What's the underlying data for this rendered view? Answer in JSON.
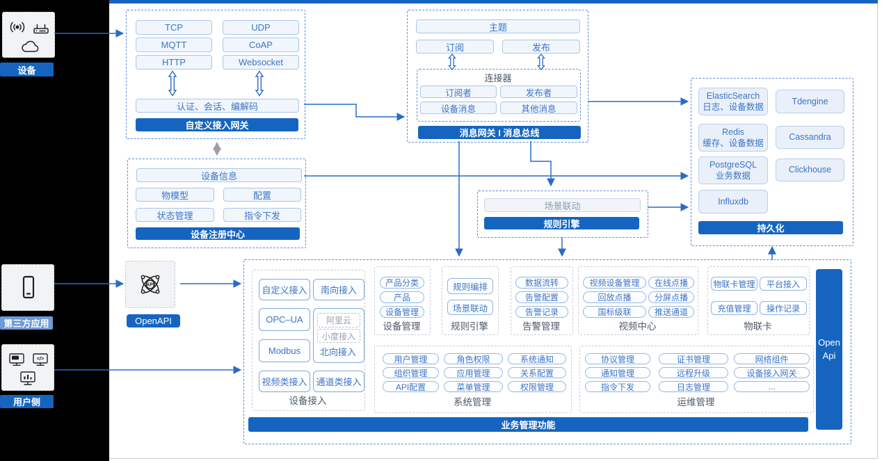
{
  "colors": {
    "primary": "#1565C0",
    "line": "#2A6BC5",
    "third_party_label_bg": "#6E9AD6"
  },
  "icons": {
    "device": [
      "broadcast-icon",
      "router-icon",
      "cloud-icon"
    ],
    "third_party": [
      "smartphone-icon"
    ],
    "user_side": [
      "app-screen-icon",
      "code-screen-icon",
      "chart-screen-icon"
    ],
    "openapi": "api-node-icon",
    "vertical_flow": "double-arrow-icon"
  },
  "actors": {
    "device": "设备",
    "third_party": "第三方应用",
    "user_side": "用户侧"
  },
  "gateway": {
    "title": "自定义接入网关",
    "protocols": [
      "TCP",
      "UDP",
      "MQTT",
      "CoAP",
      "HTTP",
      "Websocket"
    ],
    "auth": "认证、会话、编解码"
  },
  "message_bus": {
    "title": "消息网关 I 消息总线",
    "topic": "主题",
    "subscribe": "订阅",
    "publish": "发布",
    "connector": {
      "title": "连接器",
      "items": [
        "订阅者",
        "发布者",
        "设备消息",
        "其他消息"
      ]
    }
  },
  "registry": {
    "title": "设备注册中心",
    "info": "设备信息",
    "pills": [
      "物模型",
      "配置",
      "状态管理",
      "指令下发"
    ]
  },
  "rule_engine": {
    "title": "规则引擎",
    "pill": "场景联动"
  },
  "persistence": {
    "title": "持久化",
    "left": [
      [
        "ElasticSearch",
        "日志、设备数据"
      ],
      [
        "Redis",
        "缓存、设备数据"
      ],
      [
        "PostgreSQL",
        "业务数据"
      ],
      [
        "Influxdb"
      ]
    ],
    "right": [
      "Tdengine",
      "Cassandra",
      "Clickhouse"
    ]
  },
  "openapi": {
    "label": "OpenAPI"
  },
  "business": {
    "footer": "业务管理功能",
    "open_api_bar": [
      "Open",
      "Api"
    ],
    "access": {
      "label": "设备接入",
      "pills": [
        "自定义接入",
        "南向接入",
        "OPC–UA",
        "Modbus",
        "视频类接入",
        "通道类接入"
      ],
      "north": {
        "label": "北向接入",
        "sub": [
          "阿里云",
          "小度接入"
        ]
      }
    },
    "cols": [
      {
        "label": "设备管理",
        "pills": [
          "产品分类",
          "产品",
          "设备管理"
        ]
      },
      {
        "label": "规则引擎",
        "pills": [
          "规则编排",
          "场景联动"
        ]
      },
      {
        "label": "告警管理",
        "pills": [
          "数据流转",
          "告警配置",
          "告警记录"
        ]
      },
      {
        "label": "视频中心",
        "pills": [
          "视频设备管理",
          "在线点播",
          "回放点播",
          "分屏点播",
          "国标级联",
          "推送通道"
        ]
      },
      {
        "label": "物联卡",
        "pills": [
          "物联卡管理",
          "平台接入",
          "充值管理",
          "操作记录"
        ]
      }
    ],
    "rows": [
      {
        "label": "系统管理",
        "pills": [
          "用户管理",
          "角色权限",
          "系统通知",
          "组织管理",
          "应用管理",
          "关系配置",
          "API配置",
          "菜单管理",
          "权限管理"
        ]
      },
      {
        "label": "运维管理",
        "pills": [
          "协议管理",
          "证书管理",
          "网络组件",
          "通知管理",
          "远程升级",
          "设备接入网关",
          "指令下发",
          "日志管理",
          "..."
        ]
      }
    ]
  }
}
